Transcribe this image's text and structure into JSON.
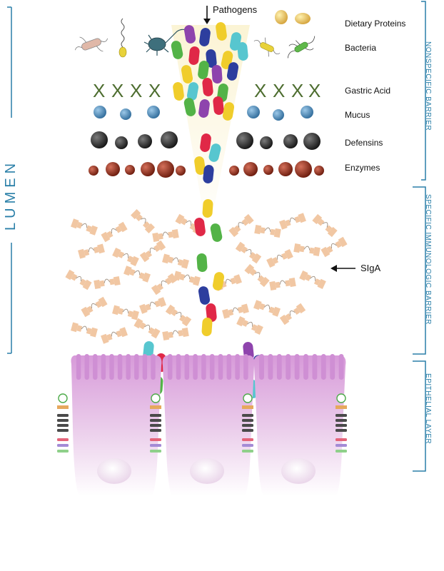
{
  "labels": {
    "pathogens": "Pathogens",
    "dietary_proteins": "Dietary Proteins",
    "bacteria": "Bacteria",
    "gastric_acid": "Gastric Acid",
    "mucus": "Mucus",
    "defensins": "Defensins",
    "enzymes": "Enzymes",
    "siga": "SIgA"
  },
  "side_labels": {
    "lumen": "LUMEN",
    "nonspecific": "NONSPECIFIC BARRIER",
    "specific": "SPECIFIC IMMUNOLOGIC BARRIER",
    "epithelial": "EPITHELIAL LAYER"
  },
  "colors": {
    "accent": "#2a7fa8",
    "cell": "#d9a3dd",
    "antibody": "#f1c7a3",
    "gastric_acid": "#3f5f2a",
    "mucus": "#3f7fae",
    "defensins": "#2c2c2c",
    "enzymes": "#8a2413",
    "cone": "#f7edc4"
  },
  "glyphs": {
    "gastric_acid_mark": "X"
  },
  "icons": [
    "arrow-down-icon",
    "arrow-left-icon",
    "bacteria-icon",
    "protein-icon",
    "pathogen-pill-icon",
    "antibody-icon",
    "epithelial-cell-icon",
    "tight-junction-icon"
  ]
}
